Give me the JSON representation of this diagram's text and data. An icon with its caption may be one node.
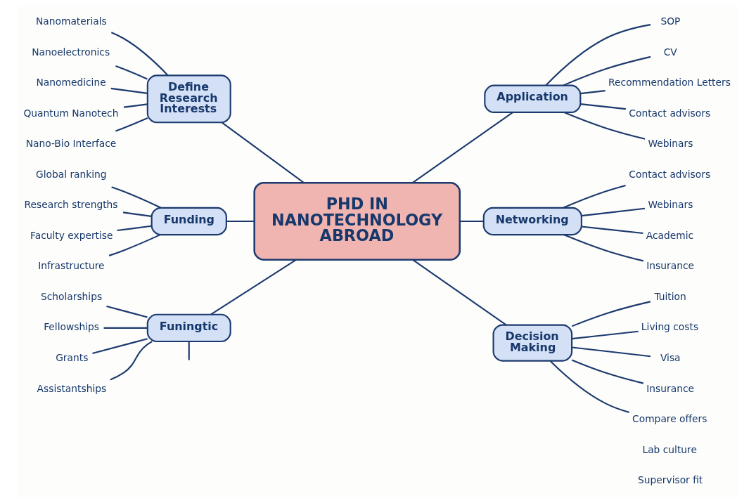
{
  "diagram": {
    "nodes": [
      {
        "text": [
          "PHD IN NANOTECHNOLOGY ABROAD"
        ]
      },
      {
        "text": [
          "Define Research Interests"
        ]
      },
      {
        "text": [
          "Nanomaterials"
        ]
      },
      {
        "text": [
          "Nanoelectronics"
        ]
      },
      {
        "text": [
          "Nanomedicine"
        ]
      },
      {
        "text": [
          "Quantum Nanotech"
        ]
      },
      {
        "text": [
          "Nano-Bio Interface"
        ]
      },
      {
        "text": [
          "Application"
        ]
      },
      {
        "text": [
          "SOP"
        ]
      },
      {
        "text": [
          "CV"
        ]
      },
      {
        "text": [
          "Recommendation Letters"
        ]
      },
      {
        "text": [
          "Contact advisors"
        ]
      },
      {
        "text": [
          "Webinars"
        ]
      },
      {
        "text": [
          "Funding"
        ]
      },
      {
        "text": [
          "Global ranking"
        ]
      },
      {
        "text": [
          "Research strengths"
        ]
      },
      {
        "text": [
          "Faculty expertise"
        ]
      },
      {
        "text": [
          "Infrastructure"
        ]
      },
      {
        "text": [
          "Networking"
        ]
      },
      {
        "text": [
          "Contact advisors"
        ]
      },
      {
        "text": [
          "Webinars"
        ]
      },
      {
        "text": [
          "Academic"
        ]
      },
      {
        "text": [
          "Insurance"
        ]
      },
      {
        "text": [
          "Funingtic"
        ]
      },
      {
        "text": [
          "Scholarships"
        ]
      },
      {
        "text": [
          "Fellowships"
        ]
      },
      {
        "text": [
          "Grants"
        ]
      },
      {
        "text": [
          "Assistantships"
        ]
      },
      {
        "text": [
          "Decision Making"
        ]
      },
      {
        "text": [
          "Tuition"
        ]
      },
      {
        "text": [
          "Living costs"
        ]
      },
      {
        "text": [
          "Visa"
        ]
      },
      {
        "text": [
          "Insurance"
        ]
      },
      {
        "text": [
          "Compare offers"
        ]
      }
    ],
    "edges": [
      {
        "from": 1,
        "to": 0,
        "arrow": "none"
      },
      {
        "from": 2,
        "to": 1,
        "arrow": "none"
      },
      {
        "from": 3,
        "to": 1,
        "arrow": "none"
      },
      {
        "from": 4,
        "to": 1,
        "arrow": "none"
      },
      {
        "from": 5,
        "to": 1,
        "arrow": "none"
      },
      {
        "from": 6,
        "to": 1,
        "arrow": "none"
      },
      {
        "from": 0,
        "to": 7,
        "arrow": "none"
      },
      {
        "from": 7,
        "to": 8,
        "arrow": "none"
      },
      {
        "from": 7,
        "to": 9,
        "arrow": "none"
      },
      {
        "from": 7,
        "to": 10,
        "arrow": "none"
      },
      {
        "from": 7,
        "to": 11,
        "arrow": "none"
      },
      {
        "from": 7,
        "to": 12,
        "arrow": "none"
      },
      {
        "from": 13,
        "to": 0,
        "arrow": "none"
      },
      {
        "from": 14,
        "to": 13,
        "arrow": "none"
      },
      {
        "from": 15,
        "to": 13,
        "arrow": "none"
      },
      {
        "from": 16,
        "to": 13,
        "arrow": "none"
      },
      {
        "from": 17,
        "to": 13,
        "arrow": "none"
      },
      {
        "from": 0,
        "to": 18,
        "arrow": "none"
      },
      {
        "from": 18,
        "to": 19,
        "arrow": "none"
      },
      {
        "from": 18,
        "to": 20,
        "arrow": "none"
      },
      {
        "from": 18,
        "to": 21,
        "arrow": "none"
      },
      {
        "from": 18,
        "to": 22,
        "arrow": "none"
      },
      {
        "from": 23,
        "to": 0,
        "arrow": "none"
      },
      {
        "from": 24,
        "to": 23,
        "arrow": "none"
      },
      {
        "from": 25,
        "to": 23,
        "arrow": "none"
      },
      {
        "from": 26,
        "to": 23,
        "arrow": "none"
      },
      {
        "from": 27,
        "to": 23,
        "arrow": "none"
      },
      {
        "from": 23,
        "to": null,
        "arrow": "none"
      },
      {
        "from": 0,
        "to": 28,
        "arrow": "none"
      },
      {
        "from": 28,
        "to": 29,
        "arrow": "none"
      },
      {
        "from": 28,
        "to": 30,
        "arrow": "none"
      },
      {
        "from": 28,
        "to": 31,
        "arrow": "none"
      },
      {
        "from": 28,
        "to": 32,
        "arrow": "none"
      },
      {
        "from": 28,
        "to": 33,
        "arrow": "none"
      }
    ],
    "labels": [
      "Lab culture",
      "Supervisor fit"
    ]
  }
}
